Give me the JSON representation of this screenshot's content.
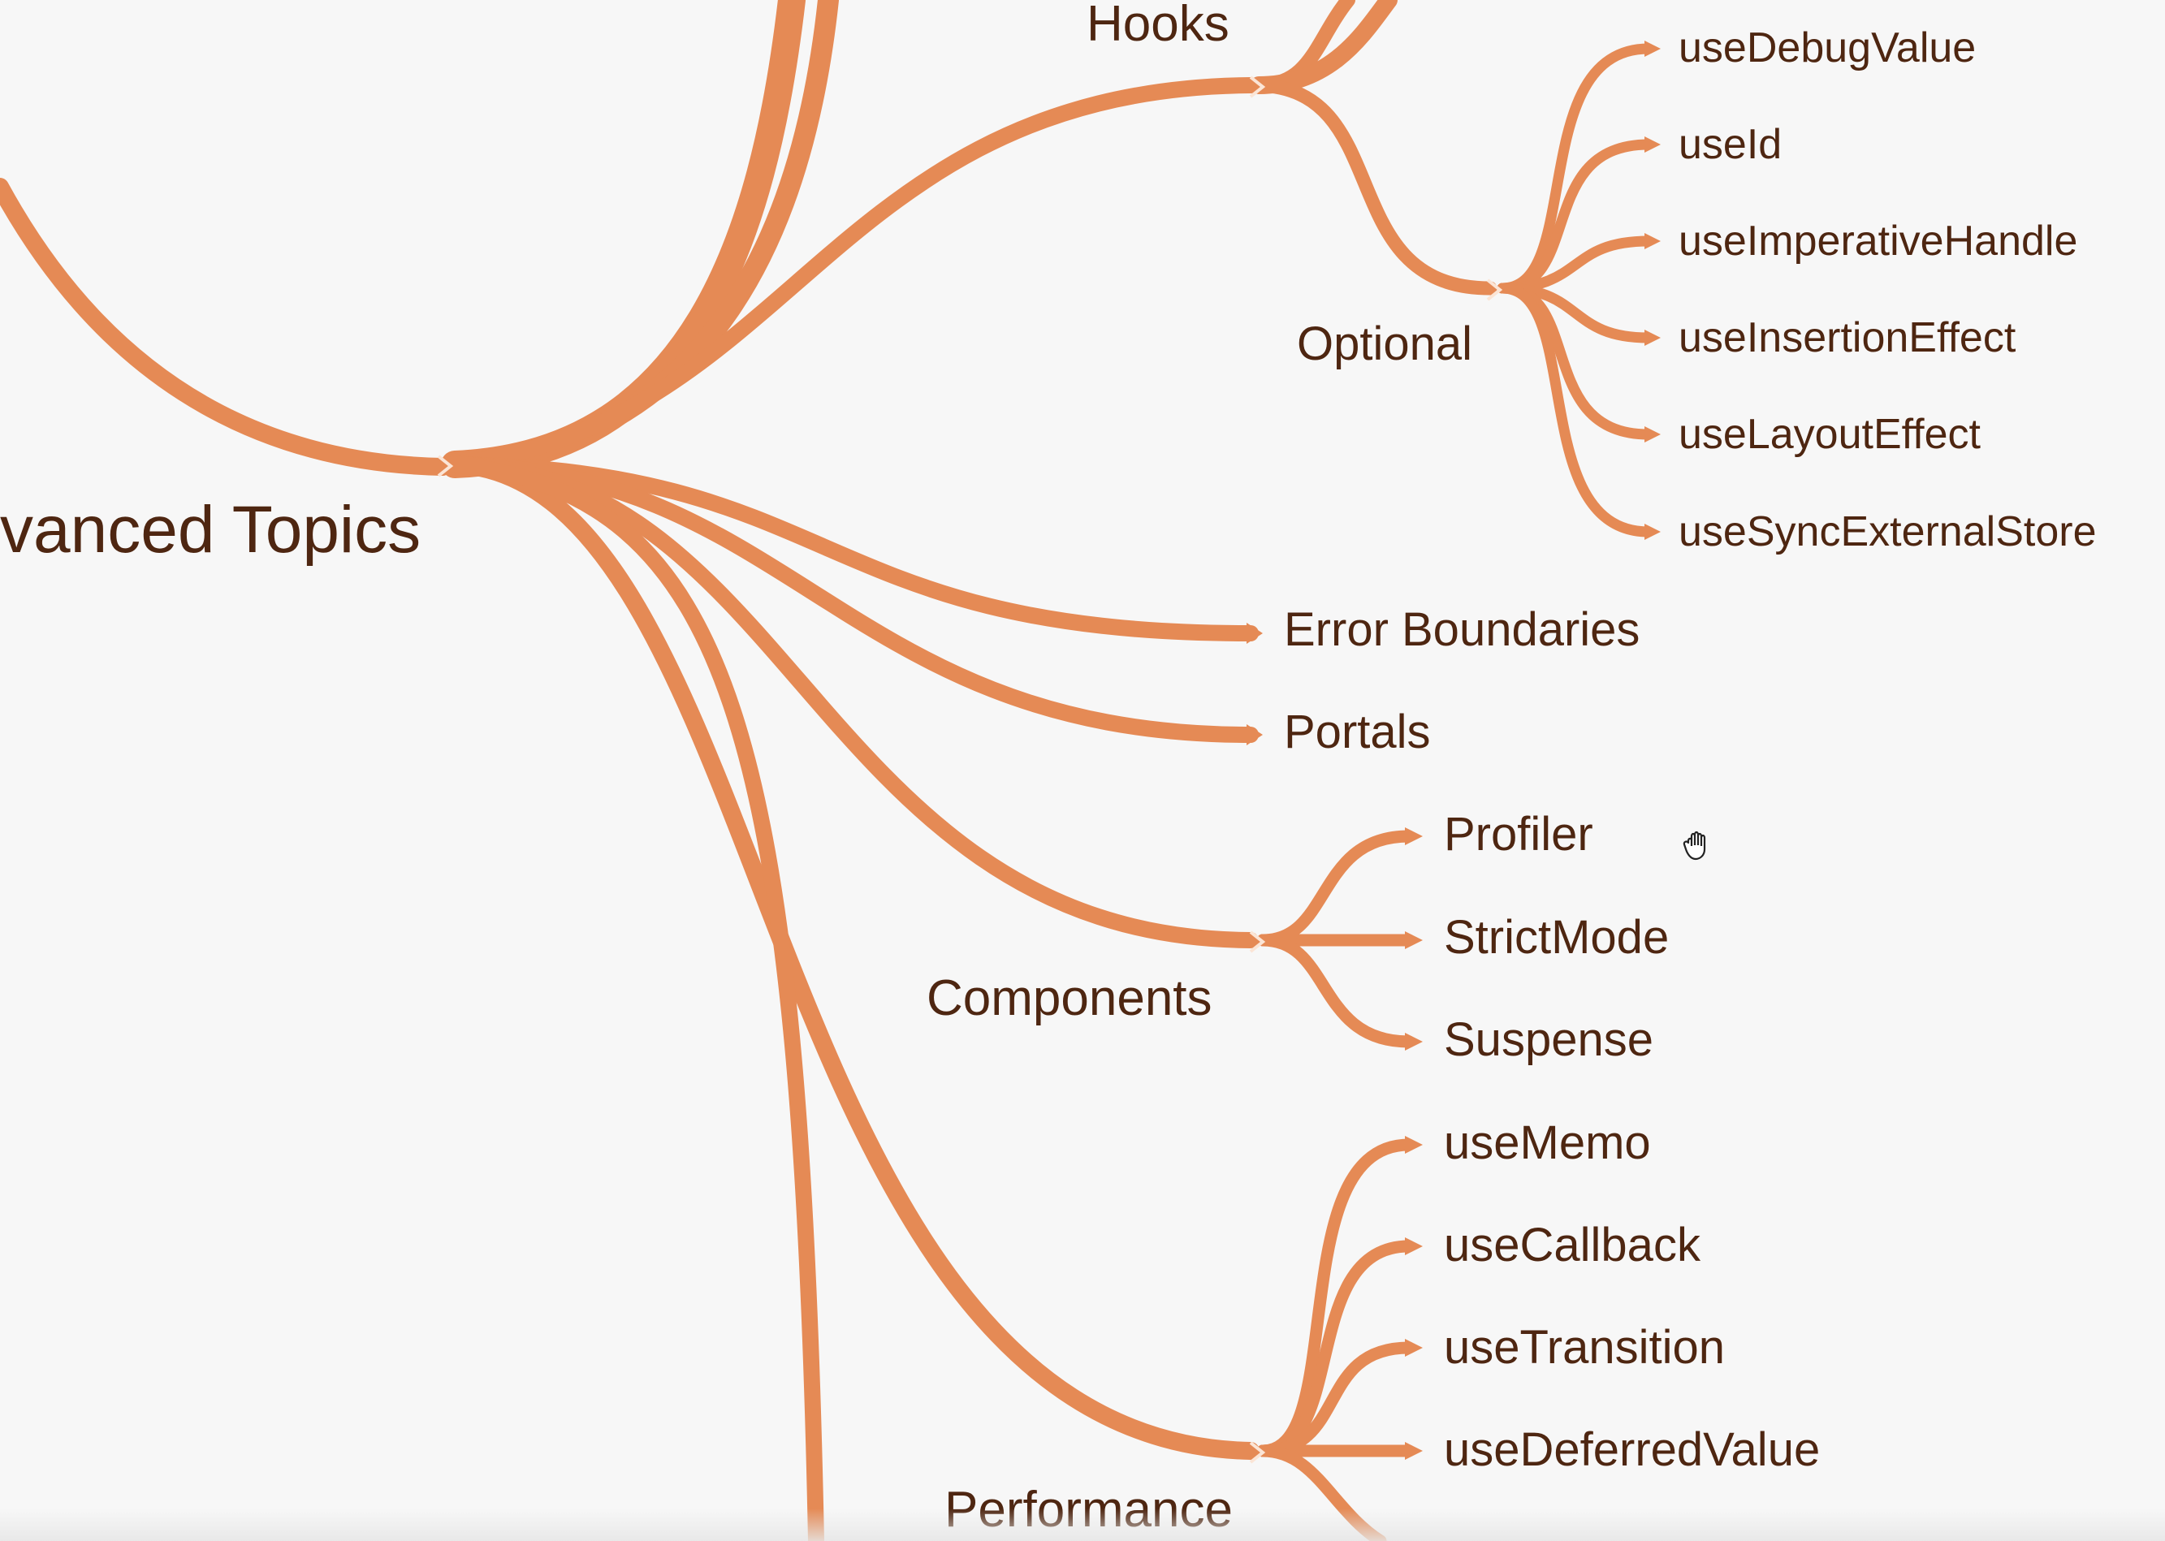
{
  "colors": {
    "background": "#f7f7f7",
    "branch": "#e58a55",
    "branch_dark": "#e07e45",
    "text": "#4e2611"
  },
  "central_topic": {
    "label": "vanced Topics"
  },
  "nodes": {
    "hooks": "Hooks",
    "optional": "Optional",
    "use_debug_value": "useDebugValue",
    "use_id": "useId",
    "use_imperative_handle": "useImperativeHandle",
    "use_insertion_effect": "useInsertionEffect",
    "use_layout_effect": "useLayoutEffect",
    "use_sync_external_store": "useSyncExternalStore",
    "error_boundaries": "Error Boundaries",
    "portals": "Portals",
    "components": "Components",
    "profiler": "Profiler",
    "strict_mode": "StrictMode",
    "suspense": "Suspense",
    "performance": "Performance",
    "use_memo": "useMemo",
    "use_callback": "useCallback",
    "use_transition": "useTransition",
    "use_deferred_value": "useDeferredValue"
  },
  "cursor": {
    "icon": "hand-grab-icon"
  }
}
